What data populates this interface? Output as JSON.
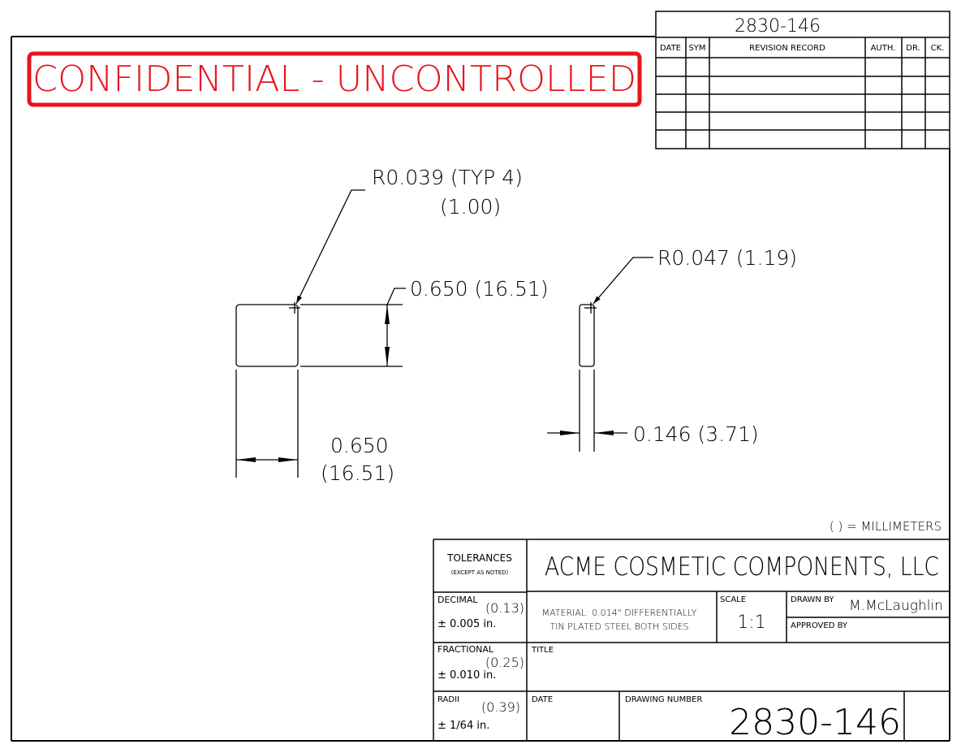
{
  "drawing_number_top": "2830-146",
  "revision_block": {
    "headers": {
      "date": "DATE",
      "sym": "SYM",
      "record": "REVISION RECORD",
      "auth": "AUTH.",
      "dr": "DR.",
      "ck": "CK."
    }
  },
  "stamp": {
    "text": "CONFIDENTIAL - UNCONTROLLED",
    "color": "#e8141c"
  },
  "dimensions": {
    "corner_radius": "R0.039 (TYP 4)",
    "corner_radius_mm": "(1.00)",
    "height": "0.650 (16.51)",
    "width": "0.650",
    "width_mm": "(16.51)",
    "side_radius": "R0.047 (1.19)",
    "thickness": "0.146 (3.71)"
  },
  "units_note": "( ) = MILLIMETERS",
  "title_block": {
    "tolerances_label": "TOLERANCES",
    "tolerances_sub": "(EXCEPT AS NOTED)",
    "company": "ACME COSMETIC COMPONENTS, LLC",
    "decimal_label": "DECIMAL",
    "decimal_mm": "(0.13)",
    "decimal_in": "± 0.005 in.",
    "material_line1": "MATERIAL: 0.014\" DIFFERENTIALLY",
    "material_line2": "TIN PLATED STEEL BOTH SIDES",
    "scale_label": "SCALE",
    "scale_value": "1:1",
    "drawn_by_label": "DRAWN BY",
    "drawn_by_value": "M.McLaughlin",
    "approved_by_label": "APPROVED BY",
    "fractional_label": "FRACTIONAL",
    "fractional_mm": "(0.25)",
    "fractional_in": "± 0.010 in.",
    "title_label": "TITLE",
    "radii_label": "RADII",
    "radii_mm": "(0.39)",
    "radii_in": "± 1/64 in.",
    "date_label": "DATE",
    "drawing_number_label": "DRAWING NUMBER",
    "drawing_number": "2830-146"
  }
}
